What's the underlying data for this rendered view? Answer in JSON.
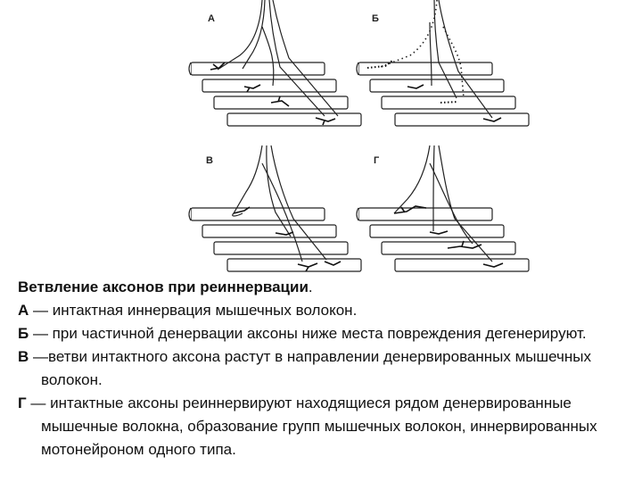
{
  "figure": {
    "panels": [
      {
        "id": "A",
        "letter": "А"
      },
      {
        "id": "B",
        "letter": "Б"
      },
      {
        "id": "V",
        "letter": "В"
      },
      {
        "id": "G",
        "letter": "Г"
      }
    ]
  },
  "caption": {
    "title": "Ветвление аксонов при реиннервации",
    "title_end": ".",
    "items": [
      {
        "letter": "А",
        "text": " — интактная иннервация мышечных волокон."
      },
      {
        "letter": "Б",
        "text": " — при частичной денервации аксоны ниже места повреждения дегенерируют."
      },
      {
        "letter": "В",
        "text": " —ветви интактного аксона растут в направлении денервированных мышечных волокон."
      },
      {
        "letter": "Г",
        "text": " — интактные аксоны реиннервируют находящиеся рядом денервированные мышечные волокна, образование групп мышечных волокон, иннервированных мотонейроном одного типа."
      }
    ]
  }
}
